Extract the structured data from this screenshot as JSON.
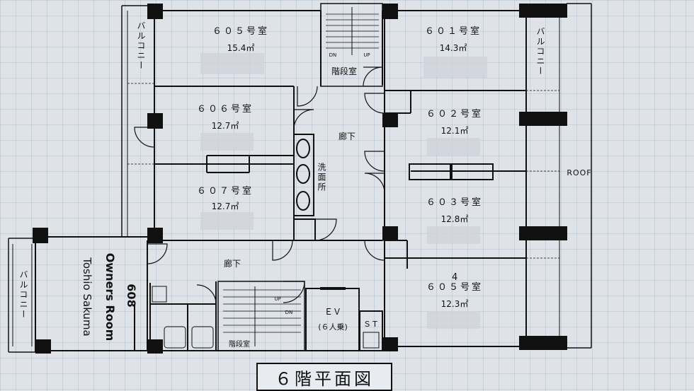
{
  "plan": {
    "title": "６階平面図",
    "rooms": {
      "r605": {
        "name": "６０５号室",
        "area": "15.4㎡"
      },
      "r606": {
        "name": "６０６号室",
        "area": "12.7㎡"
      },
      "r607": {
        "name": "６０７号室",
        "area": "12.7㎡"
      },
      "r601": {
        "name": "６０１号室",
        "area": "14.3㎡"
      },
      "r602": {
        "name": "６０２号室",
        "area": "12.1㎡"
      },
      "r603": {
        "name": "６０３号室",
        "area": "12.8㎡"
      },
      "r605b": {
        "name": "６０５号室",
        "area": "12.3㎡",
        "correction": "4"
      },
      "r608": {
        "number": "608",
        "owner": "Owners Room",
        "person": "Toshio Sakuma"
      }
    },
    "labels": {
      "stairs_top": "階段室",
      "stairs_bottom": "階段室",
      "corridor_upper": "廊下",
      "corridor_lower": "廊下",
      "washroom": "洗面所",
      "balcony_left": "バルコニー",
      "balcony_right": "バルコニー",
      "balcony_608": "バルコニー",
      "roof": "ROOF",
      "ev": "ＥＶ",
      "ev_capacity": "(６人乗)",
      "st": "ＳＴ",
      "dn_top": "DN",
      "up_top": "UP",
      "up_bottom": "UP",
      "dn_bottom": "DN"
    }
  }
}
